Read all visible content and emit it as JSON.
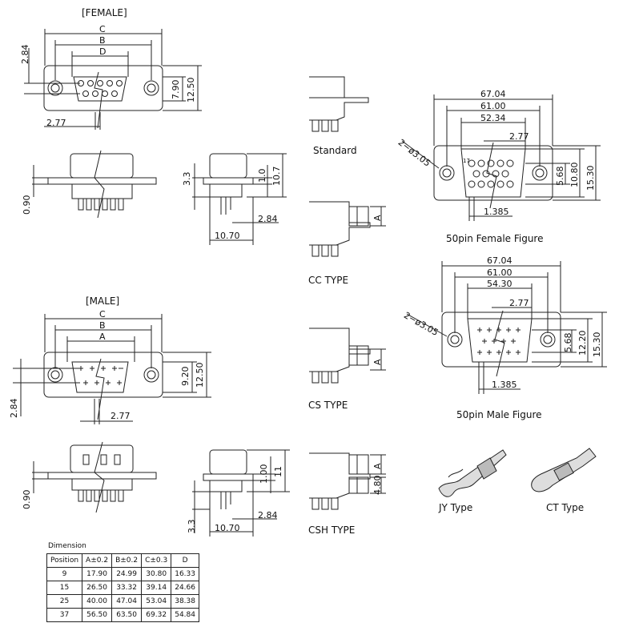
{
  "views": {
    "female_title": "[FEMALE]",
    "male_title": "[MALE]",
    "standard": "Standard",
    "cc_type": "CC  TYPE",
    "cs_type": "CS  TYPE",
    "csh_type": "CSH  TYPE",
    "female_50pin": "50pin  Female  Figure",
    "male_50pin": "50pin  Male  Figure",
    "jy_type": "JY  Type",
    "ct_type": "CT  Type"
  },
  "dims": {
    "c": "C",
    "b": "B",
    "d": "D",
    "a": "A",
    "d284": "2.84",
    "d277": "2.77",
    "d790": "7.90",
    "d1250": "12.50",
    "d090": "0.90",
    "d33": "3.3",
    "d10": "1.0",
    "d107": "10.7",
    "d1070": "10.70",
    "d920": "9.20",
    "d100": "1.00",
    "d11": "11",
    "d480": "4.80",
    "f6704": "67.04",
    "f6100": "61.00",
    "f5234": "52.34",
    "f277": "2.77",
    "f2phi": "2−ø3.05",
    "f568": "5.68",
    "f1080": "10.80",
    "f1530": "15.30",
    "f1385": "1.385",
    "f17": "17",
    "m6704": "67.04",
    "m6100": "61.00",
    "m5430": "54.30",
    "m277": "2.77",
    "m2phi": "2−ø3.05",
    "m568": "5.68",
    "m1220": "12.20",
    "m1530": "15.30",
    "m1385": "1.385"
  },
  "table": {
    "caption": "Dimension",
    "headers": [
      "Position",
      "A±0.2",
      "B±0.2",
      "C±0.3",
      "D"
    ],
    "rows": [
      [
        "9",
        "17.90",
        "24.99",
        "30.80",
        "16.33"
      ],
      [
        "15",
        "26.50",
        "33.32",
        "39.14",
        "24.66"
      ],
      [
        "25",
        "40.00",
        "47.04",
        "53.04",
        "38.38"
      ],
      [
        "37",
        "56.50",
        "63.50",
        "69.32",
        "54.84"
      ]
    ]
  }
}
